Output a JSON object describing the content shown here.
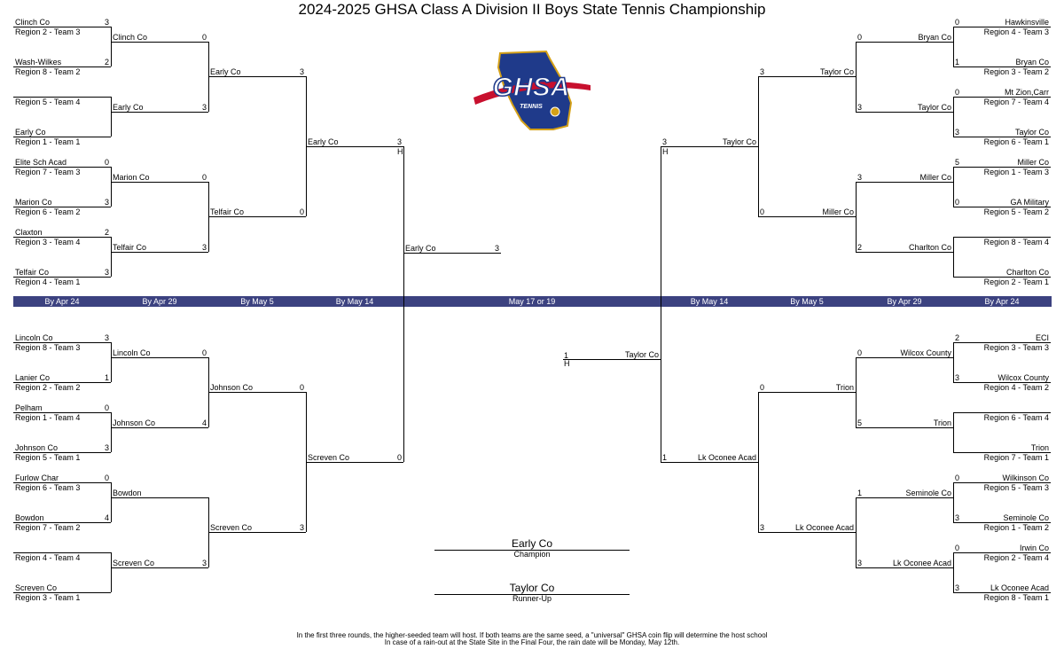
{
  "title": "2024-2025 GHSA Class A Division II Boys State Tennis Championship",
  "logo": {
    "text": "GHSA",
    "subtext": "TENNIS"
  },
  "round_labels": {
    "left": [
      "By Apr 24",
      "By Apr 29",
      "By May 5",
      "By May 14"
    ],
    "center": "May 17 or 19",
    "right": [
      "By May 14",
      "By May 5",
      "By Apr 29",
      "By Apr 24"
    ]
  },
  "left_top": {
    "r1": [
      {
        "team": "Clinch  Co",
        "seed": "Region 2 -  Team 3",
        "score": "3"
      },
      {
        "team": "Wash-Wilkes",
        "seed": "Region 8 -  Team 2",
        "score": "2"
      },
      {
        "team": "",
        "seed": "Region 5 -  Team 4",
        "score": ""
      },
      {
        "team": "Early Co",
        "seed": "Region 1 -  Team 1",
        "score": ""
      },
      {
        "team": "Elite Sch Acad",
        "seed": "Region 7 -  Team 3",
        "score": "0"
      },
      {
        "team": "Marion Co",
        "seed": "Region 6 -  Team 2",
        "score": "3"
      },
      {
        "team": "Claxton",
        "seed": "Region 3 -  Team 4",
        "score": "2"
      },
      {
        "team": "Telfair Co",
        "seed": "Region 4 -  Team 1",
        "score": "3"
      }
    ],
    "r2": [
      {
        "team": "Clinch  Co",
        "score": "0"
      },
      {
        "team": "Early Co",
        "score": "3"
      },
      {
        "team": "Marion Co",
        "score": "0"
      },
      {
        "team": "Telfair Co",
        "score": "3"
      }
    ],
    "r3": [
      {
        "team": "Early Co",
        "score": "3"
      },
      {
        "team": "Telfair Co",
        "score": "0"
      }
    ],
    "r4": {
      "team": "Early Co",
      "score": "3",
      "host": "H"
    }
  },
  "left_bottom": {
    "r1": [
      {
        "team": "Lincoln Co",
        "seed": "Region 8 -  Team 3",
        "score": "3"
      },
      {
        "team": "Lanier Co",
        "seed": "Region 2 -  Team 2",
        "score": "1"
      },
      {
        "team": "Pelham",
        "seed": "Region 1 -  Team 4",
        "score": "0"
      },
      {
        "team": "Johnson Co",
        "seed": "Region 5 -  Team 1",
        "score": "3"
      },
      {
        "team": "Furlow Char",
        "seed": "Region 6 -  Team 3",
        "score": "0"
      },
      {
        "team": "Bowdon",
        "seed": "Region 7 -  Team 2",
        "score": "4"
      },
      {
        "team": "",
        "seed": "Region 4 -  Team 4",
        "score": ""
      },
      {
        "team": "Screven Co",
        "seed": "Region 3 -  Team 1",
        "score": ""
      }
    ],
    "r2": [
      {
        "team": "Lincoln Co",
        "score": "0"
      },
      {
        "team": "Johnson Co",
        "score": "4"
      },
      {
        "team": "Bowdon",
        "score": ""
      },
      {
        "team": "Screven Co",
        "score": "3"
      }
    ],
    "r3": [
      {
        "team": "Johnson Co",
        "score": "0"
      },
      {
        "team": "Screven Co",
        "score": "3"
      }
    ],
    "r4": {
      "team": "Screven Co",
      "score": "0"
    }
  },
  "right_top": {
    "r1": [
      {
        "team": "Hawkinsville",
        "seed": "Region 4 -  Team 3",
        "score": "0"
      },
      {
        "team": "Bryan Co",
        "seed": "Region 3 -  Team 2",
        "score": "1"
      },
      {
        "team": "Mt Zion,Carr",
        "seed": "Region 7 -  Team 4",
        "score": "0"
      },
      {
        "team": "Taylor Co",
        "seed": "Region 6 -  Team 1",
        "score": "3"
      },
      {
        "team": "Miller Co",
        "seed": "Region 1 -  Team 3",
        "score": "5"
      },
      {
        "team": "GA Military",
        "seed": "Region 5 -  Team 2",
        "score": "0"
      },
      {
        "team": "",
        "seed": "Region 8 -  Team 4",
        "score": ""
      },
      {
        "team": "Charlton Co",
        "seed": "Region 2 -  Team 1",
        "score": ""
      }
    ],
    "r2": [
      {
        "team": "Bryan Co",
        "score": "0"
      },
      {
        "team": "Taylor Co",
        "score": "3"
      },
      {
        "team": "Miller Co",
        "score": "3"
      },
      {
        "team": "Charlton Co",
        "score": "2"
      }
    ],
    "r3": [
      {
        "team": "Taylor Co",
        "score": "3"
      },
      {
        "team": "Miller Co",
        "score": "0"
      }
    ],
    "r4": {
      "team": "Taylor Co",
      "score": "3",
      "host": "H"
    }
  },
  "right_bottom": {
    "r1": [
      {
        "team": "ECI",
        "seed": "Region 3 -  Team 3",
        "score": "2"
      },
      {
        "team": "Wilcox County",
        "seed": "Region 4 -  Team 2",
        "score": "3"
      },
      {
        "team": "",
        "seed": "Region 6 -  Team 4",
        "score": ""
      },
      {
        "team": "Trion",
        "seed": "Region 7 -  Team 1",
        "score": ""
      },
      {
        "team": "Wilkinson Co",
        "seed": "Region 5 -  Team 3",
        "score": "0"
      },
      {
        "team": "Seminole Co",
        "seed": "Region 1 -  Team 2",
        "score": "3"
      },
      {
        "team": "Irwin Co",
        "seed": "Region 2 -  Team 4",
        "score": "0"
      },
      {
        "team": "Lk Oconee Acad",
        "seed": "Region 8 -  Team 1",
        "score": "3"
      }
    ],
    "r2": [
      {
        "team": "Wilcox County",
        "score": "0"
      },
      {
        "team": "Trion",
        "score": "5"
      },
      {
        "team": "Seminole Co",
        "score": "1"
      },
      {
        "team": "Lk Oconee Acad",
        "score": "3"
      }
    ],
    "r3": [
      {
        "team": "Trion",
        "score": "0"
      },
      {
        "team": "Lk Oconee Acad",
        "score": "3"
      }
    ],
    "r4": {
      "team": "Lk Oconee Acad",
      "score": "1"
    }
  },
  "semis": {
    "left": {
      "team": "Early Co",
      "score": "3"
    },
    "right": {
      "team": "Taylor Co",
      "score": "1",
      "host": "H"
    }
  },
  "champion": {
    "team": "Early Co",
    "caption": "Champion"
  },
  "runner_up": {
    "team": "Taylor Co",
    "caption": "Runner-Up"
  },
  "footer": [
    "In the first three rounds, the higher-seeded team will host.   If both teams are the same seed, a \"universal\" GHSA coin flip will determine the host school",
    "In case of a rain-out at the State Site in the Final Four, the rain date will be Monday, May 12th."
  ],
  "colors": {
    "band": "#3c4280",
    "logo_blue": "#1f3a8a",
    "logo_red": "#c8102e",
    "logo_gold": "#d4a017"
  }
}
